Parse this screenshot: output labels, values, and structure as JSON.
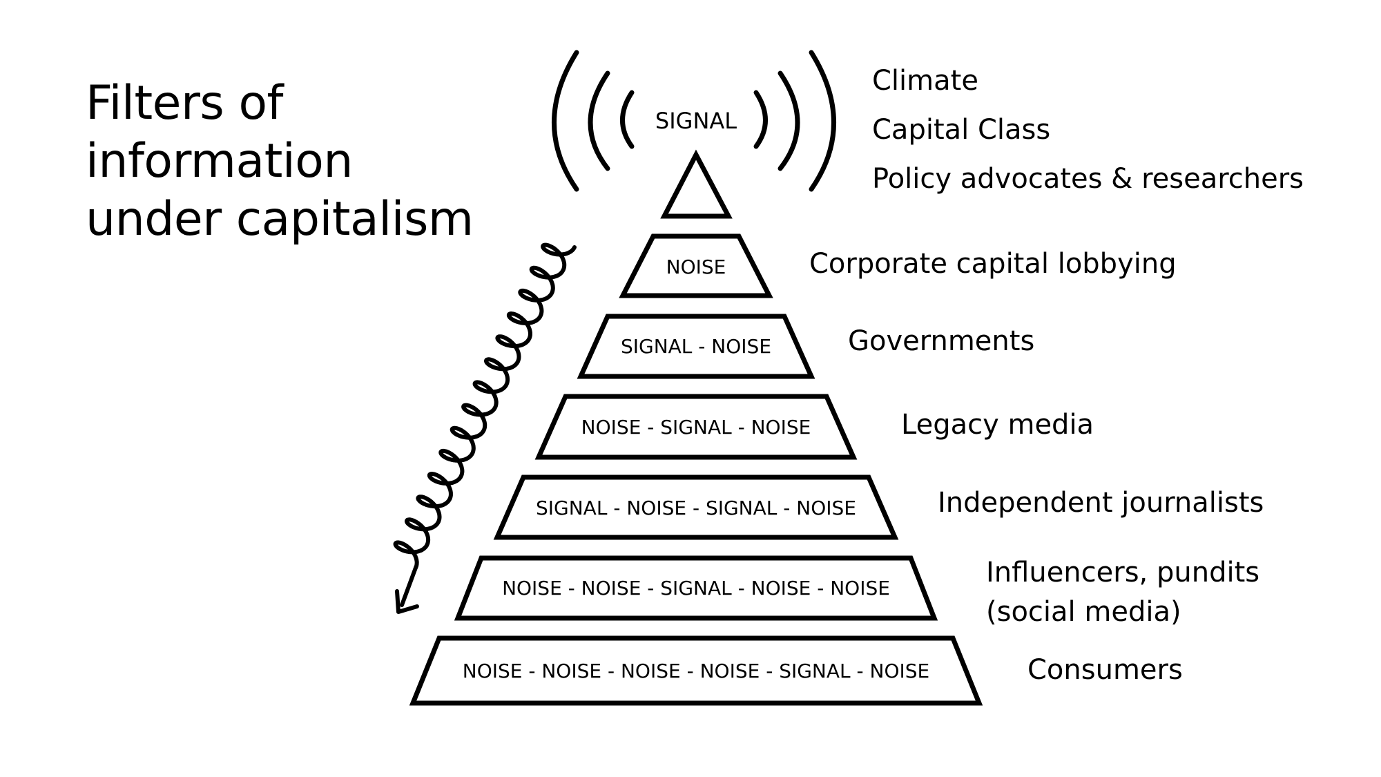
{
  "title": [
    "Filters of",
    "information",
    "under capitalism"
  ],
  "apex": {
    "label": "SIGNAL"
  },
  "apex_topics": [
    "Climate",
    "Capital Class",
    "Policy advocates & researchers"
  ],
  "tiers": [
    {
      "text": "NOISE",
      "actor": [
        "Corporate capital lobbying"
      ]
    },
    {
      "text": "SIGNAL - NOISE",
      "actor": [
        "Governments"
      ]
    },
    {
      "text": "NOISE - SIGNAL - NOISE",
      "actor": [
        "Legacy media"
      ]
    },
    {
      "text": "SIGNAL - NOISE - SIGNAL - NOISE",
      "actor": [
        "Independent journalists"
      ]
    },
    {
      "text": "NOISE - NOISE - SIGNAL - NOISE - NOISE",
      "actor": [
        "Influencers, pundits",
        "(social media)"
      ]
    },
    {
      "text": "NOISE - NOISE - NOISE - NOISE - SIGNAL - NOISE",
      "actor": [
        "Consumers"
      ]
    }
  ],
  "colors": {
    "stroke": "#000000",
    "background": "#ffffff"
  },
  "icons": [
    "broadcast-waves-icon",
    "spiral-arrow-icon"
  ]
}
